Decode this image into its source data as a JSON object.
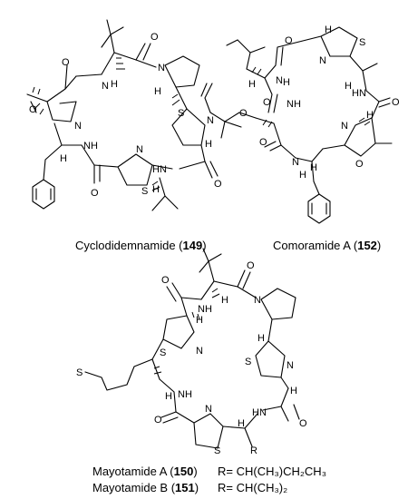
{
  "atoms": {
    "O": "O",
    "N": "N",
    "S": "S",
    "H": "H",
    "NH": "NH",
    "HN": "HN",
    "R": "R"
  },
  "compounds": [
    {
      "name": "Cyclodidemnamide",
      "number": "149"
    },
    {
      "name": "Comoramide A",
      "number": "152"
    },
    {
      "name": "Mayotamide A",
      "number": "150",
      "r_def": "R= CH(CH₃)CH₂CH₃"
    },
    {
      "name": "Mayotamide B",
      "number": "151",
      "r_def": "R= CH(CH₃)₂"
    }
  ]
}
